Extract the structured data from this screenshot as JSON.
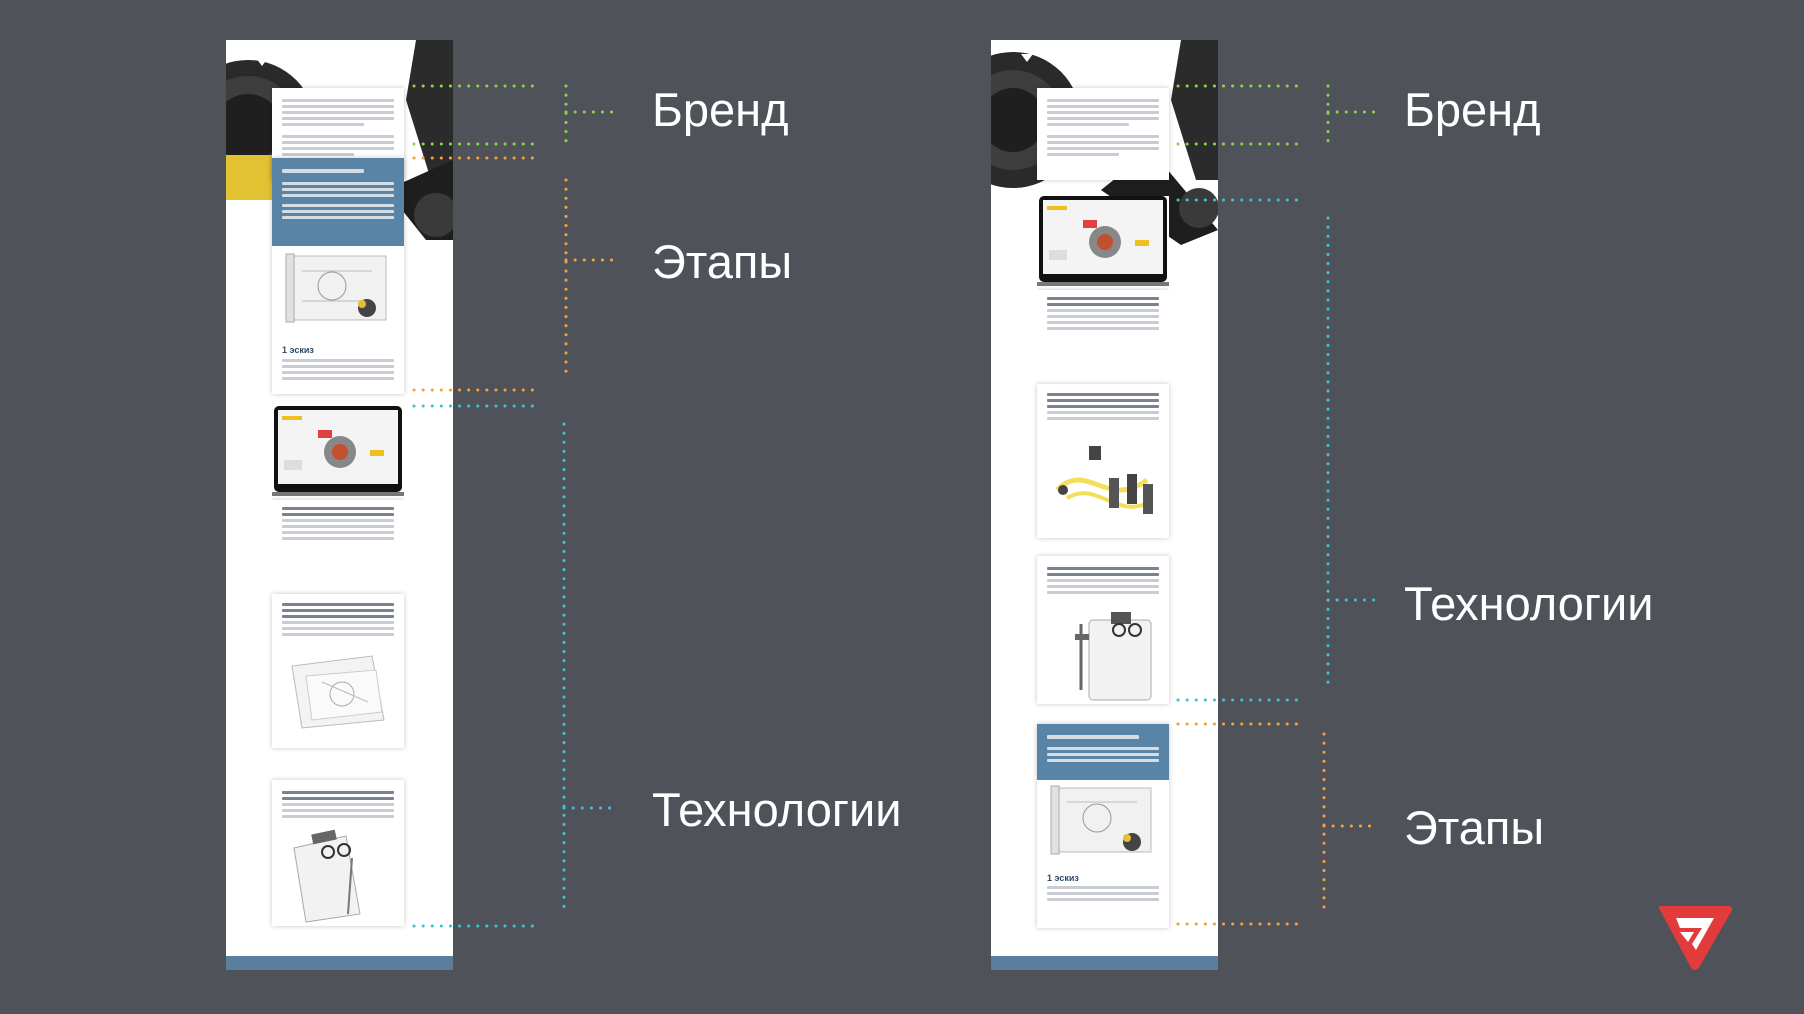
{
  "left_labels": {
    "brand": "Бренд",
    "stages": "Этапы",
    "technologies": "Технологии"
  },
  "right_labels": {
    "brand": "Бренд",
    "technologies": "Технологии",
    "stages": "Этапы"
  },
  "colors": {
    "background": "#4f5259",
    "brand_dots": "#8dd34a",
    "stages_dots": "#f2a33a",
    "technologies_dots": "#3fc2d6",
    "logo": "#e23b3b"
  },
  "icons": {
    "logo": "triangle-logo-icon"
  }
}
